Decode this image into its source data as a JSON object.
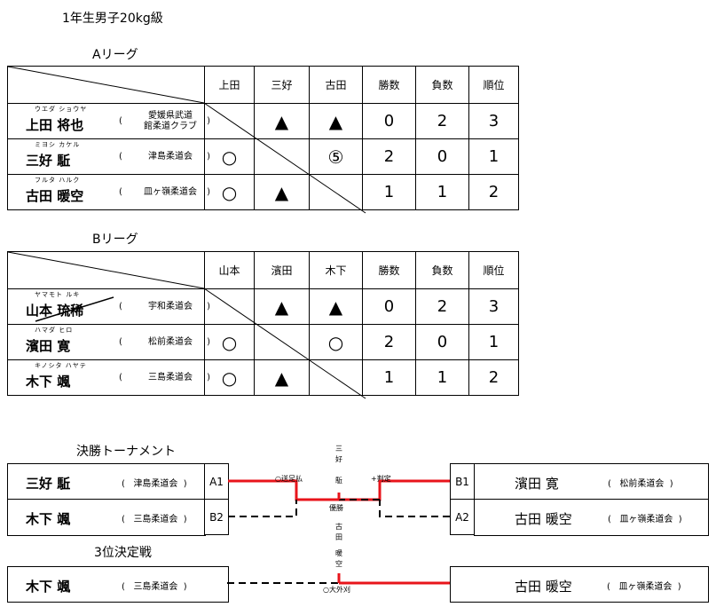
{
  "title": "1年生男子20kg級",
  "league_a": {
    "title": "Aリーグ",
    "headers": [
      "上田",
      "三好",
      "古田",
      "勝数",
      "負数",
      "順位"
    ],
    "rows": [
      {
        "kana": "ウエダ ショウヤ",
        "name": "上田 将也",
        "club": [
          "愛媛県武道",
          "館柔道クラブ"
        ],
        "results": [
          "",
          "▲",
          "▲"
        ],
        "wins": "0",
        "losses": "2",
        "rank": "3"
      },
      {
        "kana": "ミヨシ カケル",
        "name": "三好 駈",
        "club": [
          "津島柔道会"
        ],
        "results": [
          "○",
          "",
          "⑤"
        ],
        "wins": "2",
        "losses": "0",
        "rank": "1"
      },
      {
        "kana": "フルタ ハルク",
        "name": "古田 暖空",
        "club": [
          "皿ヶ嶺柔道会"
        ],
        "results": [
          "○",
          "▲",
          ""
        ],
        "wins": "1",
        "losses": "1",
        "rank": "2"
      }
    ]
  },
  "league_b": {
    "title": "Bリーグ",
    "headers": [
      "山本",
      "濱田",
      "木下",
      "勝数",
      "負数",
      "順位"
    ],
    "rows": [
      {
        "kana": "ヤマモト ルキ",
        "name": "山本 琉稀",
        "club": [
          "宇和柔道会"
        ],
        "results": [
          "",
          "▲",
          "▲"
        ],
        "wins": "0",
        "losses": "2",
        "rank": "3"
      },
      {
        "kana": "ハマダ ヒロ",
        "name": "濱田 寛",
        "club": [
          "松前柔道会"
        ],
        "results": [
          "○",
          "",
          "○"
        ],
        "wins": "2",
        "losses": "0",
        "rank": "1"
      },
      {
        "kana": "キノシタ ハヤテ",
        "name": "木下 颯",
        "club": [
          "三島柔道会"
        ],
        "results": [
          "○",
          "▲",
          ""
        ],
        "wins": "1",
        "losses": "1",
        "rank": "2"
      }
    ]
  },
  "final": {
    "title": "決勝トーナメント",
    "left": [
      {
        "name": "三好 駈",
        "club": "津島柔道会",
        "seed": "A1"
      },
      {
        "name": "木下 颯",
        "club": "三島柔道会",
        "seed": "B2"
      }
    ],
    "right": [
      {
        "name": "濱田 寛",
        "club": "松前柔道会",
        "seed": "B1"
      },
      {
        "name": "古田 暖空",
        "club": "皿ヶ嶺柔道会",
        "seed": "A2"
      }
    ],
    "left_result": "○送足払",
    "right_result": "+判定",
    "champion_top": [
      "三",
      "好",
      "駈"
    ],
    "champion_label": "優勝",
    "third_name": [
      "古",
      "田",
      "暖",
      "空"
    ]
  },
  "third": {
    "title": "3位決定戦",
    "left": {
      "name": "木下 颯",
      "club": "三島柔道会"
    },
    "right": {
      "name": "古田 暖空",
      "club": "皿ヶ嶺柔道会"
    },
    "result": "○大外刈"
  },
  "colors": {
    "win_line": "#e8141b"
  }
}
